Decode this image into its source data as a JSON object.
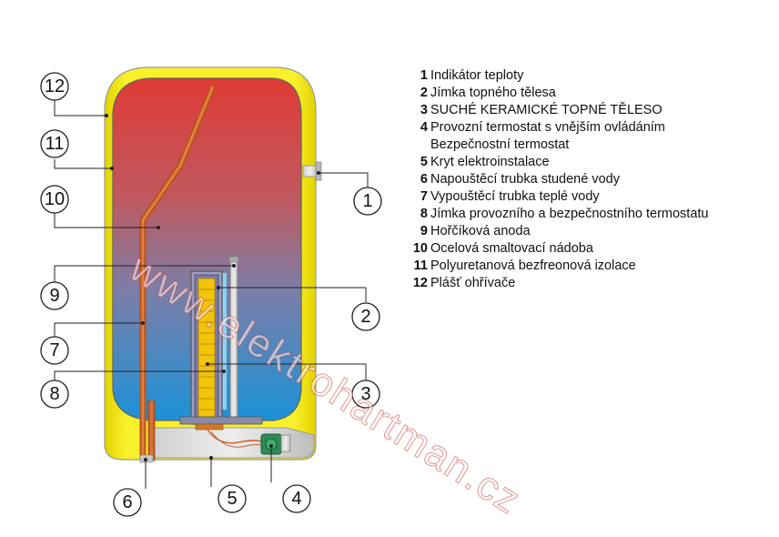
{
  "watermark": "www.elektrohartman.cz",
  "legend": [
    {
      "num": "1",
      "text": "Indikátor teploty"
    },
    {
      "num": "2",
      "text": "Jímka topného tělesa"
    },
    {
      "num": "3",
      "text": "SUCHÉ KERAMICKÉ TOPNÉ TĚLESO"
    },
    {
      "num": "4",
      "text": "Provozní termostat s vnějším ovládáním"
    },
    {
      "num": "",
      "text": "Bezpečnostní termostat"
    },
    {
      "num": "5",
      "text": "Kryt elektroinstalace"
    },
    {
      "num": "6",
      "text": "Napouštěcí trubka studené vody"
    },
    {
      "num": "7",
      "text": "Vypouštěcí trubka teplé vody"
    },
    {
      "num": "8",
      "text": "Jímka provozního a bezpečnostního termostatu"
    },
    {
      "num": "9",
      "text": "Hořčíková anoda"
    },
    {
      "num": "10",
      "text": "Ocelová smaltovací nádoba"
    },
    {
      "num": "11",
      "text": "Polyuretanová bezfreonová izolace"
    },
    {
      "num": "12",
      "text": "Plášť ohřívače"
    }
  ],
  "callouts": {
    "c1": "1",
    "c2": "2",
    "c3": "3",
    "c4": "4",
    "c5": "5",
    "c6": "6",
    "c7": "7",
    "c8": "8",
    "c9": "9",
    "c10": "10",
    "c11": "11",
    "c12": "12"
  },
  "colors": {
    "casing": "#f6ef1d",
    "tank_top": "#e0403a",
    "tank_bottom": "#1e8fd6",
    "pipe": "#d36a2c",
    "heater": "#f0c400"
  }
}
